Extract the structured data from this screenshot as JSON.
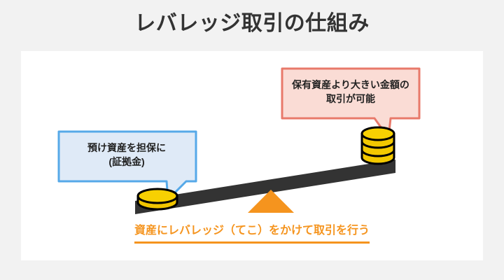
{
  "page": {
    "background_color": "#f2f2f2",
    "card_background_color": "#ffffff"
  },
  "header": {
    "title": "レバレッジ取引の仕組み",
    "title_color": "#333333"
  },
  "diagram": {
    "type": "lever-seesaw-illustration",
    "lever": {
      "label": "lever-bar",
      "color": "#333333",
      "tilt": "left-end-low, right-end-high"
    },
    "fulcrum": {
      "label": "fulcrum-triangle",
      "color": "#f5941e"
    },
    "small_coin": {
      "label": "small-coin-stack",
      "coin_count": 1,
      "fill_color": "#f7d002",
      "outline_color": "#000000",
      "position": "left-end-of-lever"
    },
    "large_coin": {
      "label": "large-coin-stack",
      "coin_count": 3,
      "fill_color": "#f7d002",
      "outline_color": "#000000",
      "position": "right-end-of-lever"
    },
    "callouts": [
      {
        "id": "collateral-callout",
        "text": "預け資産を担保に\n(証拠金)",
        "line1": "預け資産を担保に",
        "line2": "(証拠金)",
        "fill_color": "#dfeaf7",
        "border_color": "#56a9e8",
        "text_color": "#222222",
        "points_to": "small-coin-stack"
      },
      {
        "id": "leverage-callout",
        "text": "保有資産より大きい金額の\n取引が可能",
        "line1": "保有資産より大きい金額の",
        "line2": "取引が可能",
        "fill_color": "#fadcd5",
        "border_color": "#e8796a",
        "text_color": "#222222",
        "points_to": "large-coin-stack"
      }
    ]
  },
  "caption": {
    "text": "資産にレバレッジ（てこ）をかけて取引を行う",
    "color": "#f5941e",
    "underline_color": "#f5941e"
  }
}
